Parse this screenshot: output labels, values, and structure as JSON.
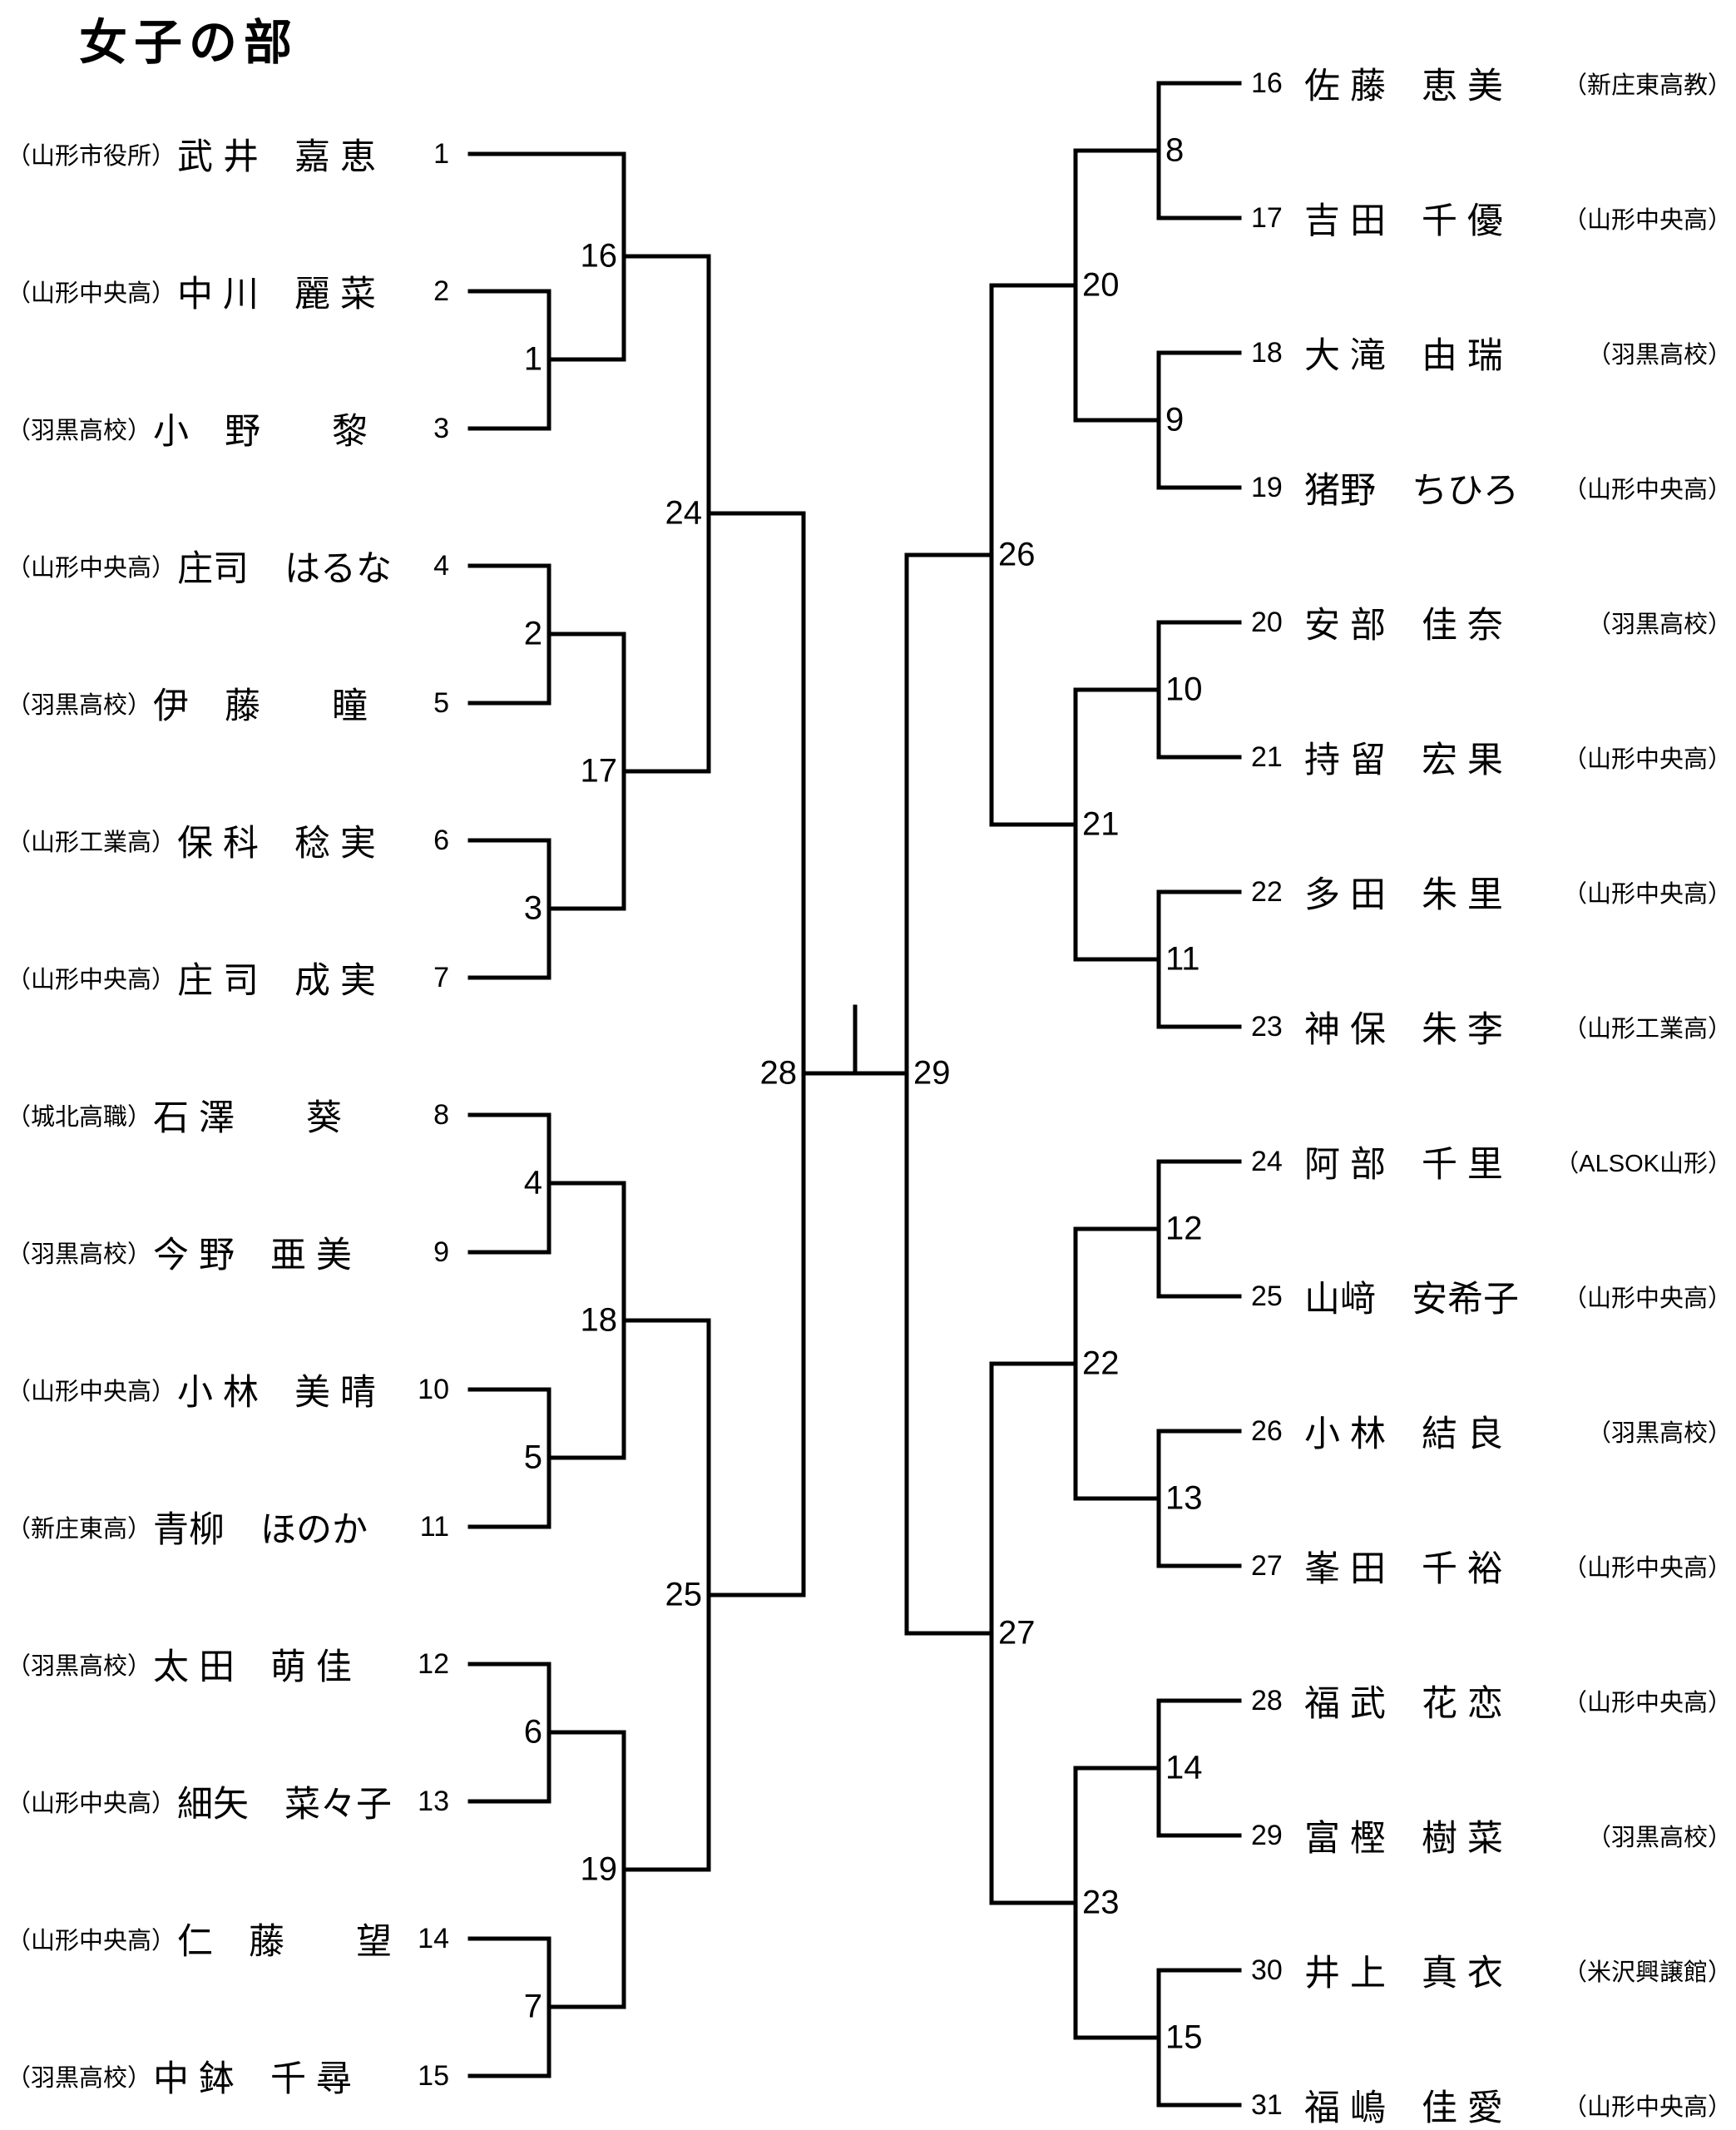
{
  "title": "女子の部",
  "colors": {
    "line": "#000000",
    "text": "#000000",
    "background": "#ffffff"
  },
  "players": [
    {
      "seed": "1",
      "name": "武 井　嘉 恵",
      "club": "（山形市役所）",
      "side": "left"
    },
    {
      "seed": "2",
      "name": "中 川　麗 菜",
      "club": "（山形中央高）",
      "side": "left"
    },
    {
      "seed": "3",
      "name": "小　野　　黎",
      "club": "（羽黒高校）",
      "side": "left"
    },
    {
      "seed": "4",
      "name": "庄司　はるな",
      "club": "（山形中央高）",
      "side": "left"
    },
    {
      "seed": "5",
      "name": "伊　藤　　瞳",
      "club": "（羽黒高校）",
      "side": "left"
    },
    {
      "seed": "6",
      "name": "保 科　稔 実",
      "club": "（山形工業高）",
      "side": "left"
    },
    {
      "seed": "7",
      "name": "庄 司　成 実",
      "club": "（山形中央高）",
      "side": "left"
    },
    {
      "seed": "8",
      "name": "石 澤　　葵",
      "club": "（城北高職）",
      "side": "left"
    },
    {
      "seed": "9",
      "name": "今 野　亜 美",
      "club": "（羽黒高校）",
      "side": "left"
    },
    {
      "seed": "10",
      "name": "小 林　美 晴",
      "club": "（山形中央高）",
      "side": "left"
    },
    {
      "seed": "11",
      "name": "青柳　ほのか",
      "club": "（新庄東高）",
      "side": "left"
    },
    {
      "seed": "12",
      "name": "太 田　萌 佳",
      "club": "（羽黒高校）",
      "side": "left"
    },
    {
      "seed": "13",
      "name": "細矢　菜々子",
      "club": "（山形中央高）",
      "side": "left"
    },
    {
      "seed": "14",
      "name": "仁　藤　　望",
      "club": "（山形中央高）",
      "side": "left"
    },
    {
      "seed": "15",
      "name": "中 鉢　千 尋",
      "club": "（羽黒高校）",
      "side": "left"
    },
    {
      "seed": "16",
      "name": "佐 藤　恵 美",
      "club": "（新庄東高教）",
      "side": "right"
    },
    {
      "seed": "17",
      "name": "吉 田　千 優",
      "club": "（山形中央高）",
      "side": "right"
    },
    {
      "seed": "18",
      "name": "大 滝　由 瑞",
      "club": "（羽黒高校）",
      "side": "right"
    },
    {
      "seed": "19",
      "name": "猪野　ちひろ",
      "club": "（山形中央高）",
      "side": "right"
    },
    {
      "seed": "20",
      "name": "安 部　佳 奈",
      "club": "（羽黒高校）",
      "side": "right"
    },
    {
      "seed": "21",
      "name": "持 留　宏 果",
      "club": "（山形中央高）",
      "side": "right"
    },
    {
      "seed": "22",
      "name": "多 田　朱 里",
      "club": "（山形中央高）",
      "side": "right"
    },
    {
      "seed": "23",
      "name": "神 保　朱 李",
      "club": "（山形工業高）",
      "side": "right"
    },
    {
      "seed": "24",
      "name": "阿 部　千 里",
      "club": "（ALSOK山形）",
      "side": "right"
    },
    {
      "seed": "25",
      "name": "山﨑　安希子",
      "club": "（山形中央高）",
      "side": "right"
    },
    {
      "seed": "26",
      "name": "小 林　結 良",
      "club": "（羽黒高校）",
      "side": "right"
    },
    {
      "seed": "27",
      "name": "峯 田　千 裕",
      "club": "（山形中央高）",
      "side": "right"
    },
    {
      "seed": "28",
      "name": "福 武　花 恋",
      "club": "（山形中央高）",
      "side": "right"
    },
    {
      "seed": "29",
      "name": "富 樫　樹 菜",
      "club": "（羽黒高校）",
      "side": "right"
    },
    {
      "seed": "30",
      "name": "井 上　真 衣",
      "club": "（米沢興譲館）",
      "side": "right"
    },
    {
      "seed": "31",
      "name": "福 嶋　佳 愛",
      "club": "（山形中央高）",
      "side": "right"
    }
  ],
  "matches": [
    {
      "label": "1",
      "between": [
        "2",
        "3"
      ]
    },
    {
      "label": "2",
      "between": [
        "4",
        "5"
      ]
    },
    {
      "label": "3",
      "between": [
        "6",
        "7"
      ]
    },
    {
      "label": "4",
      "between": [
        "8",
        "9"
      ]
    },
    {
      "label": "5",
      "between": [
        "10",
        "11"
      ]
    },
    {
      "label": "6",
      "between": [
        "12",
        "13"
      ]
    },
    {
      "label": "7",
      "between": [
        "14",
        "15"
      ]
    },
    {
      "label": "8",
      "between": [
        "16",
        "17"
      ]
    },
    {
      "label": "9",
      "between": [
        "18",
        "19"
      ]
    },
    {
      "label": "10",
      "between": [
        "20",
        "21"
      ]
    },
    {
      "label": "11",
      "between": [
        "22",
        "23"
      ]
    },
    {
      "label": "12",
      "between": [
        "24",
        "25"
      ]
    },
    {
      "label": "13",
      "between": [
        "26",
        "27"
      ]
    },
    {
      "label": "14",
      "between": [
        "28",
        "29"
      ]
    },
    {
      "label": "15",
      "between": [
        "30",
        "31"
      ]
    },
    {
      "label": "16",
      "between": [
        "1",
        "W1"
      ]
    },
    {
      "label": "17",
      "between": [
        "W2",
        "W3"
      ]
    },
    {
      "label": "18",
      "between": [
        "W4",
        "W5"
      ]
    },
    {
      "label": "19",
      "between": [
        "W6",
        "W7"
      ]
    },
    {
      "label": "20",
      "between": [
        "W8",
        "W9"
      ]
    },
    {
      "label": "21",
      "between": [
        "W10",
        "W11"
      ]
    },
    {
      "label": "22",
      "between": [
        "W12",
        "W13"
      ]
    },
    {
      "label": "23",
      "between": [
        "W14",
        "W15"
      ]
    },
    {
      "label": "24",
      "between": [
        "W16",
        "W17"
      ]
    },
    {
      "label": "25",
      "between": [
        "W18",
        "W19"
      ]
    },
    {
      "label": "26",
      "between": [
        "W20",
        "W21"
      ]
    },
    {
      "label": "27",
      "between": [
        "W22",
        "W23"
      ]
    },
    {
      "label": "28",
      "between": [
        "W24",
        "W25"
      ]
    },
    {
      "label": "29",
      "between": [
        "W26",
        "W27"
      ]
    }
  ]
}
